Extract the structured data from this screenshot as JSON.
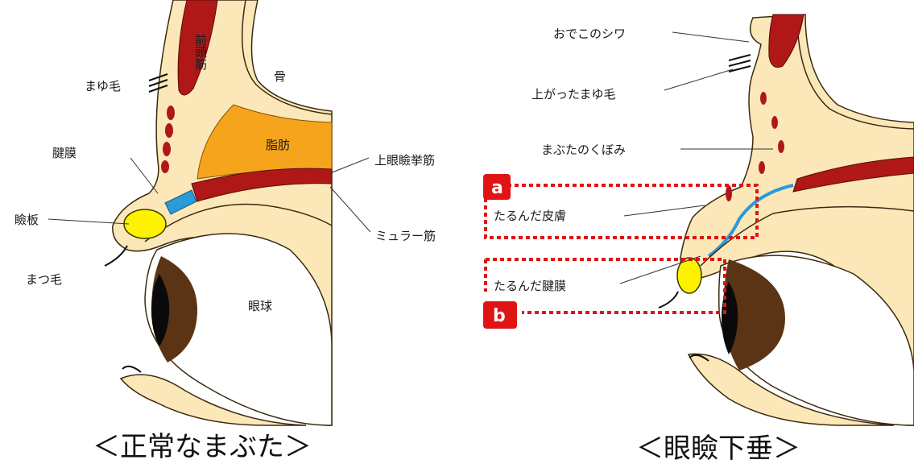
{
  "normal": {
    "labels": {
      "frontalis": "前頭筋",
      "eyebrow": "まゆ毛",
      "bone": "骨",
      "fat": "脂肪",
      "aponeurosis": "腱膜",
      "levator": "上眼瞼挙筋",
      "tarsus": "瞼板",
      "muller": "ミュラー筋",
      "eyelash": "まつ毛",
      "eyeball": "眼球"
    },
    "caption": "＜正常なまぶた＞"
  },
  "ptosis": {
    "labels": {
      "forehead_wrinkle": "おでこのシワ",
      "raised_eyebrow": "上がったまゆ毛",
      "hollow": "まぶたのくぼみ",
      "sagging_skin": "たるんだ皮膚",
      "sagging_aponeurosis": "たるんだ腱膜"
    },
    "badges": {
      "a": "a",
      "b": "b"
    },
    "caption": "＜眼瞼下垂＞"
  },
  "colors": {
    "skin": "#fbe7b8",
    "muscle": "#b01818",
    "fat": "#f6a41c",
    "aponeurosis_blue": "#2a9ad8",
    "tarsus_yellow": "#fff200",
    "iris": "#5a3414",
    "box_red": "#e01414"
  }
}
